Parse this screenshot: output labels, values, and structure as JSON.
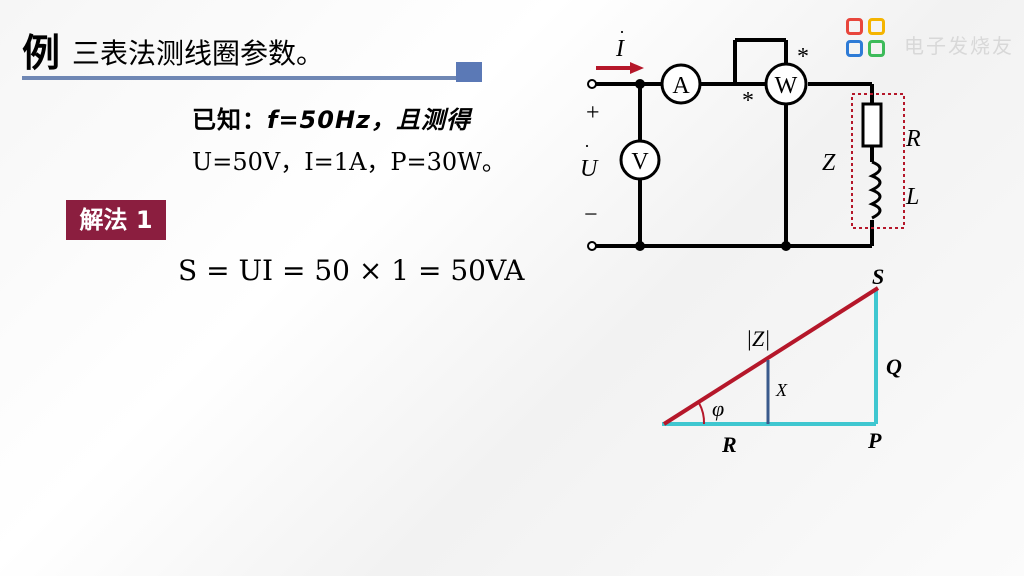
{
  "header": {
    "example_char": "例",
    "title": "三表法测线圈参数。"
  },
  "given": {
    "line1_prefix": "已知：",
    "line1_formula": "f=50Hz，且测得",
    "line2": "U=50V，I=1A，P=30W。"
  },
  "method": {
    "label": "解法 1"
  },
  "formula": {
    "text": "S = UI = 50 × 1 = 50VA"
  },
  "logo": {
    "text": "电子发烧友",
    "colors": [
      "#e8463c",
      "#f4b400",
      "#2e7bd6",
      "#3dbb5a"
    ]
  },
  "circuit": {
    "current_label": "I",
    "voltage_label": "U",
    "plus": "+",
    "minus": "−",
    "ammeter": "A",
    "voltmeter": "V",
    "wattmeter": "W",
    "star": "*",
    "impedance": "Z",
    "resistor": "R",
    "inductor": "L"
  },
  "triangle": {
    "labels": {
      "S": "S",
      "Q": "Q",
      "P": "P",
      "R": "R",
      "Z": "|Z|",
      "X": "X",
      "phi": "φ"
    },
    "colors": {
      "hypotenuse": "#b5172a",
      "legs": "#3fc7d0",
      "x_line": "#3a5a8c"
    }
  }
}
